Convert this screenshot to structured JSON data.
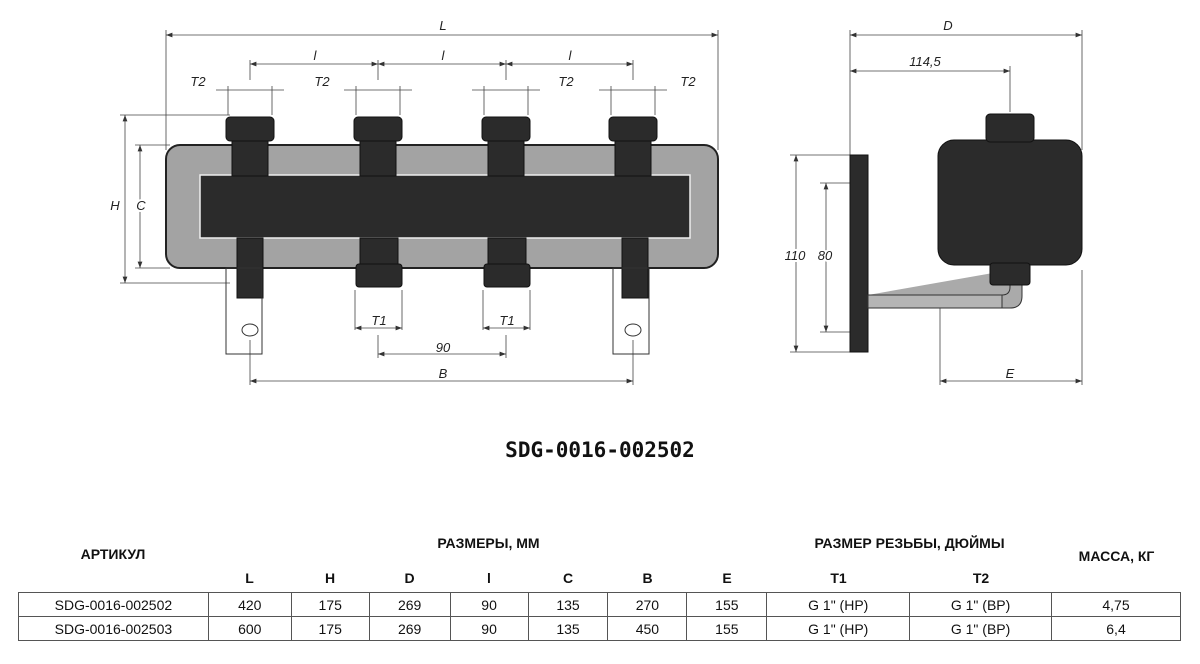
{
  "drawing": {
    "front": {
      "L": "L",
      "l": [
        "l",
        "l",
        "l"
      ],
      "T2": [
        "T2",
        "T2",
        "T2",
        "T2"
      ],
      "H": "H",
      "C": "C",
      "T1": [
        "T1",
        "T1"
      ],
      "spacing": "90",
      "B": "B"
    },
    "side": {
      "D": "D",
      "offset": "114,5",
      "h110": "110",
      "h80": "80",
      "E": "E"
    }
  },
  "title": "SDG-0016-002502",
  "table": {
    "article_header": "АРТИКУЛ",
    "dims_header": "РАЗМЕРЫ, ММ",
    "thread_header": "РАЗМЕР РЕЗЬБЫ, ДЮЙМЫ",
    "mass_header": "МАССА, КГ",
    "columns": [
      "L",
      "H",
      "D",
      "l",
      "C",
      "B",
      "E",
      "T1",
      "T2"
    ],
    "rows": [
      [
        "SDG-0016-002502",
        "420",
        "175",
        "269",
        "90",
        "135",
        "270",
        "155",
        "G 1\" (НР)",
        "G 1\" (ВР)",
        "4,75"
      ],
      [
        "SDG-0016-002503",
        "600",
        "175",
        "269",
        "90",
        "135",
        "450",
        "155",
        "G 1\" (НР)",
        "G 1\" (ВР)",
        "6,4"
      ]
    ]
  },
  "colors": {
    "body": "#2b2b2b",
    "insulation": "#a3a3a3"
  }
}
